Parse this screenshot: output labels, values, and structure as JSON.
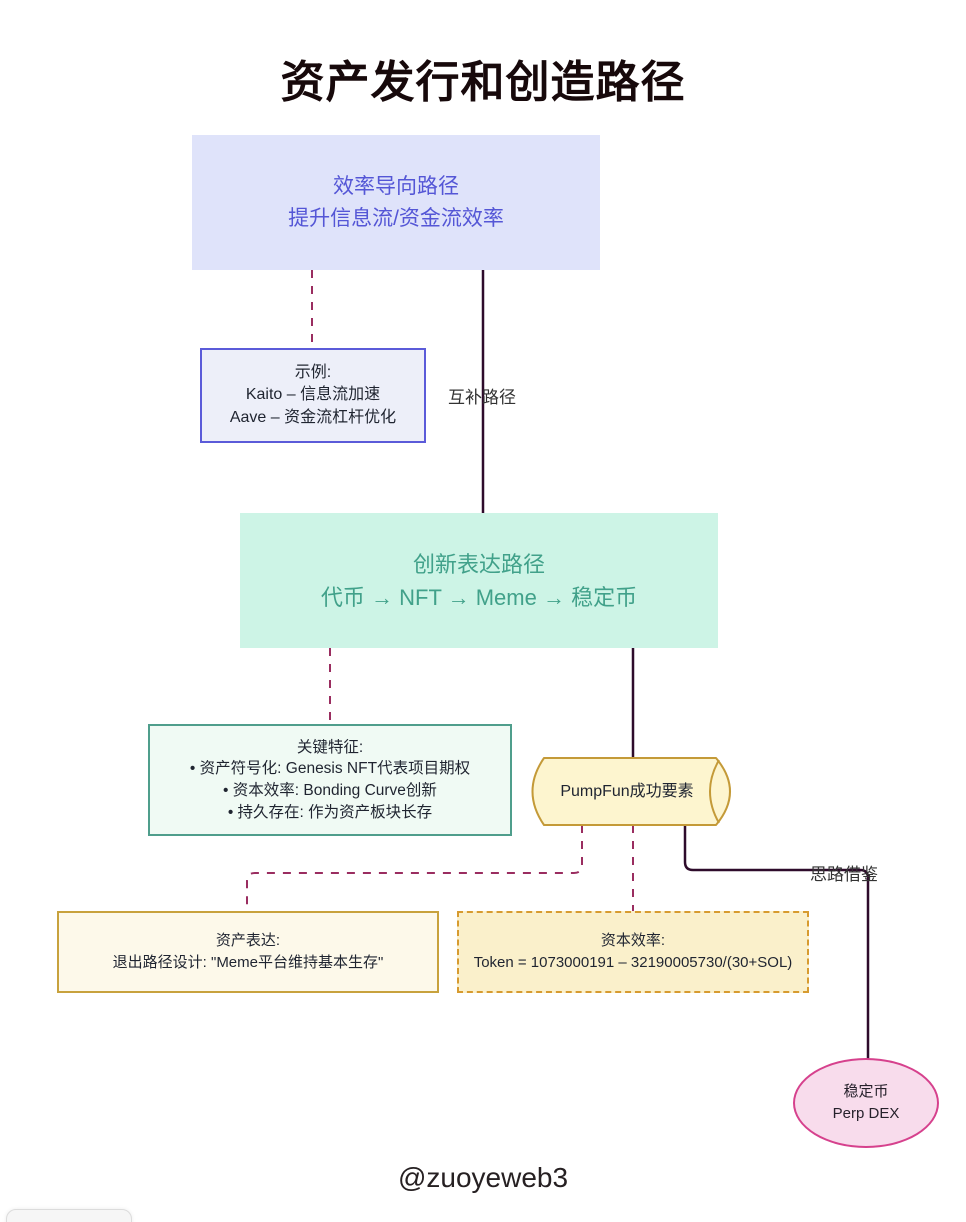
{
  "title": "资产发行和创造路径",
  "footer": "@zuoyeweb3",
  "colors": {
    "efficiency_fill": "#dfe3fa",
    "efficiency_text": "#5456d6",
    "example_border": "#5b5bd9",
    "innovation_fill": "#cdf4e6",
    "innovation_text": "#41a18a",
    "features_border": "#4f9e8c",
    "cylinder_fill": "#fdf5cf",
    "cylinder_border": "#c49a38",
    "yellow_box_border": "#c8a23d",
    "yellow_dashed_border": "#d79b2f",
    "ellipse_fill": "#f8dcec",
    "ellipse_border": "#d6418d",
    "dashed_edge": "#9a2d60",
    "solid_edge": "#2e0b2b"
  },
  "edge_labels": {
    "complementary": "互补路径",
    "reference": "思路借鉴"
  },
  "nodes": {
    "efficiency": {
      "line1": "效率导向路径",
      "line2": "提升信息流/资金流效率"
    },
    "example": {
      "line1": "示例:",
      "line2": "Kaito – 信息流加速",
      "line3": "Aave – 资金流杠杆优化"
    },
    "innovation": {
      "line1": "创新表达路径",
      "line2": "代币 → NFT → Meme → 稳定币"
    },
    "features": {
      "line1": "关键特征:",
      "line2": "• 资产符号化: Genesis NFT代表项目期权",
      "line3": "• 资本效率: Bonding Curve创新",
      "line4": "• 持久存在: 作为资产板块长存"
    },
    "pumpfun": {
      "label": "PumpFun成功要素"
    },
    "expression": {
      "line1": "资产表达:",
      "line2": "退出路径设计: \"Meme平台维持基本生存\""
    },
    "capital": {
      "line1": "资本效率:",
      "line2": "Token = 1073000191 – 32190005730/(30+SOL)"
    },
    "stablecoin": {
      "line1": "稳定币",
      "line2": "Perp DEX"
    }
  }
}
